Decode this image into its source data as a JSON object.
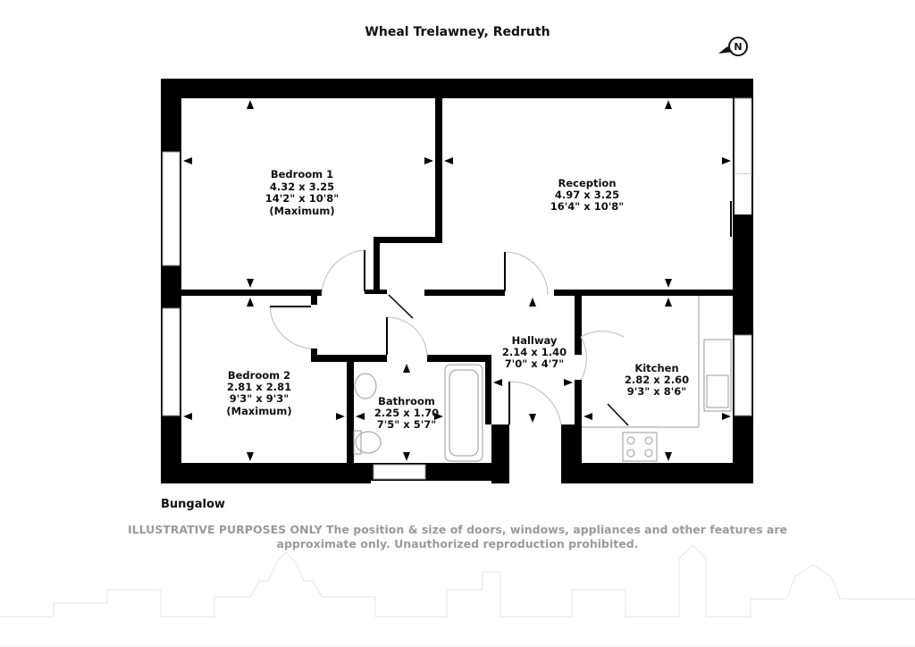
{
  "title": "Wheal Trelawney, Redruth",
  "compass_label": "N",
  "property_type": "Bungalow",
  "disclaimer": {
    "line1": "ILLUSTRATIVE PURPOSES ONLY  The position & size of doors, windows, appliances and other features are",
    "line2": "approximate only. Unauthorized reproduction prohibited."
  },
  "rooms": [
    {
      "name": "Bedroom 1",
      "metric": "4.32 x 3.25",
      "imperial": "14'2\" x 10'8\"",
      "note": "(Maximum)"
    },
    {
      "name": "Reception",
      "metric": "4.97 x 3.25",
      "imperial": "16'4\" x 10'8\""
    },
    {
      "name": "Bedroom 2",
      "metric": "2.81 x 2.81",
      "imperial": "9'3\" x 9'3\"",
      "note": "(Maximum)"
    },
    {
      "name": "Bathroom",
      "metric": "2.25 x 1.70",
      "imperial": "7'5\" x 5'7\""
    },
    {
      "name": "Hallway",
      "metric": "2.14 x 1.40",
      "imperial": "7'0\" x 4'7\""
    },
    {
      "name": "Kitchen",
      "metric": "2.82 x 2.60",
      "imperial": "9'3\" x 8'6\""
    }
  ]
}
